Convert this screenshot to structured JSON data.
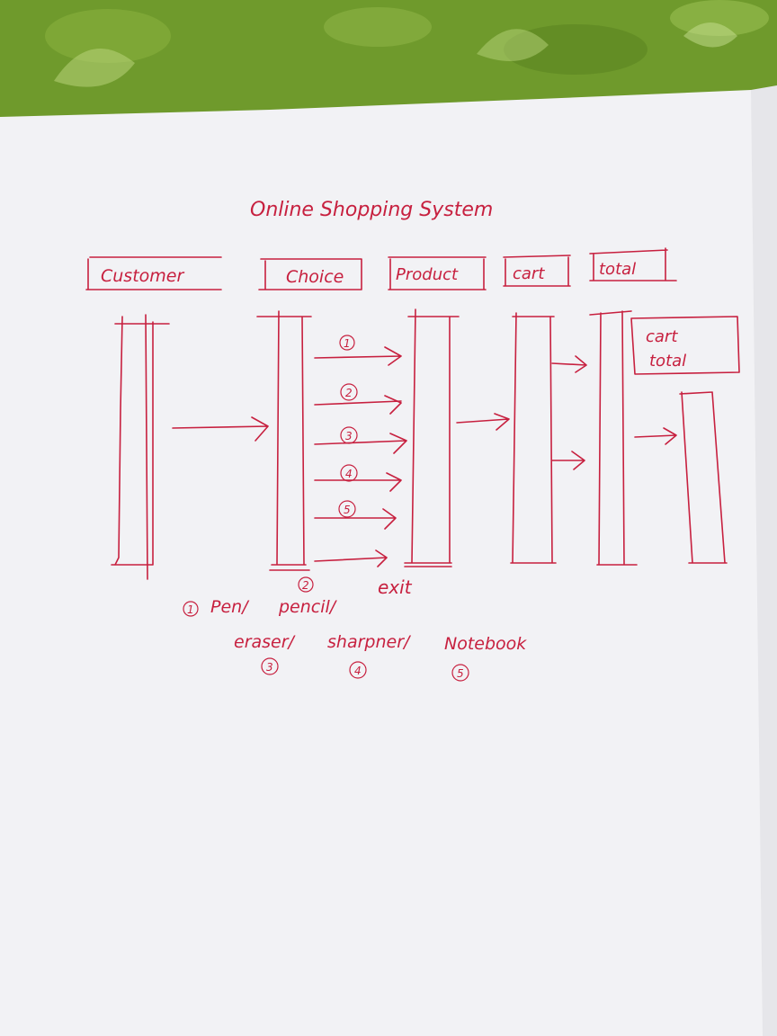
{
  "diagram": {
    "title": "Online Shopping System",
    "lifelines": [
      {
        "id": "customer",
        "label": "Customer"
      },
      {
        "id": "choice",
        "label": "Choice"
      },
      {
        "id": "product",
        "label": "Product"
      },
      {
        "id": "cart",
        "label": "cart"
      },
      {
        "id": "total",
        "label": "total"
      }
    ],
    "cart_total_box": {
      "line1": "cart",
      "line2": "total"
    },
    "message_numbers": [
      "1",
      "2",
      "3",
      "4",
      "5"
    ],
    "exit_label": "exit",
    "legend": {
      "items": [
        {
          "number": "1",
          "text": "Pen/"
        },
        {
          "number": "2",
          "text": "pencil/"
        },
        {
          "number": "3",
          "text": "eraser/"
        },
        {
          "number": "4",
          "text": "sharpner/"
        },
        {
          "number": "5",
          "text": "Notebook"
        }
      ]
    }
  },
  "colors": {
    "ink": "#c7203f",
    "paper": "#f4f4f6",
    "cloth": "#6f9a2c"
  }
}
